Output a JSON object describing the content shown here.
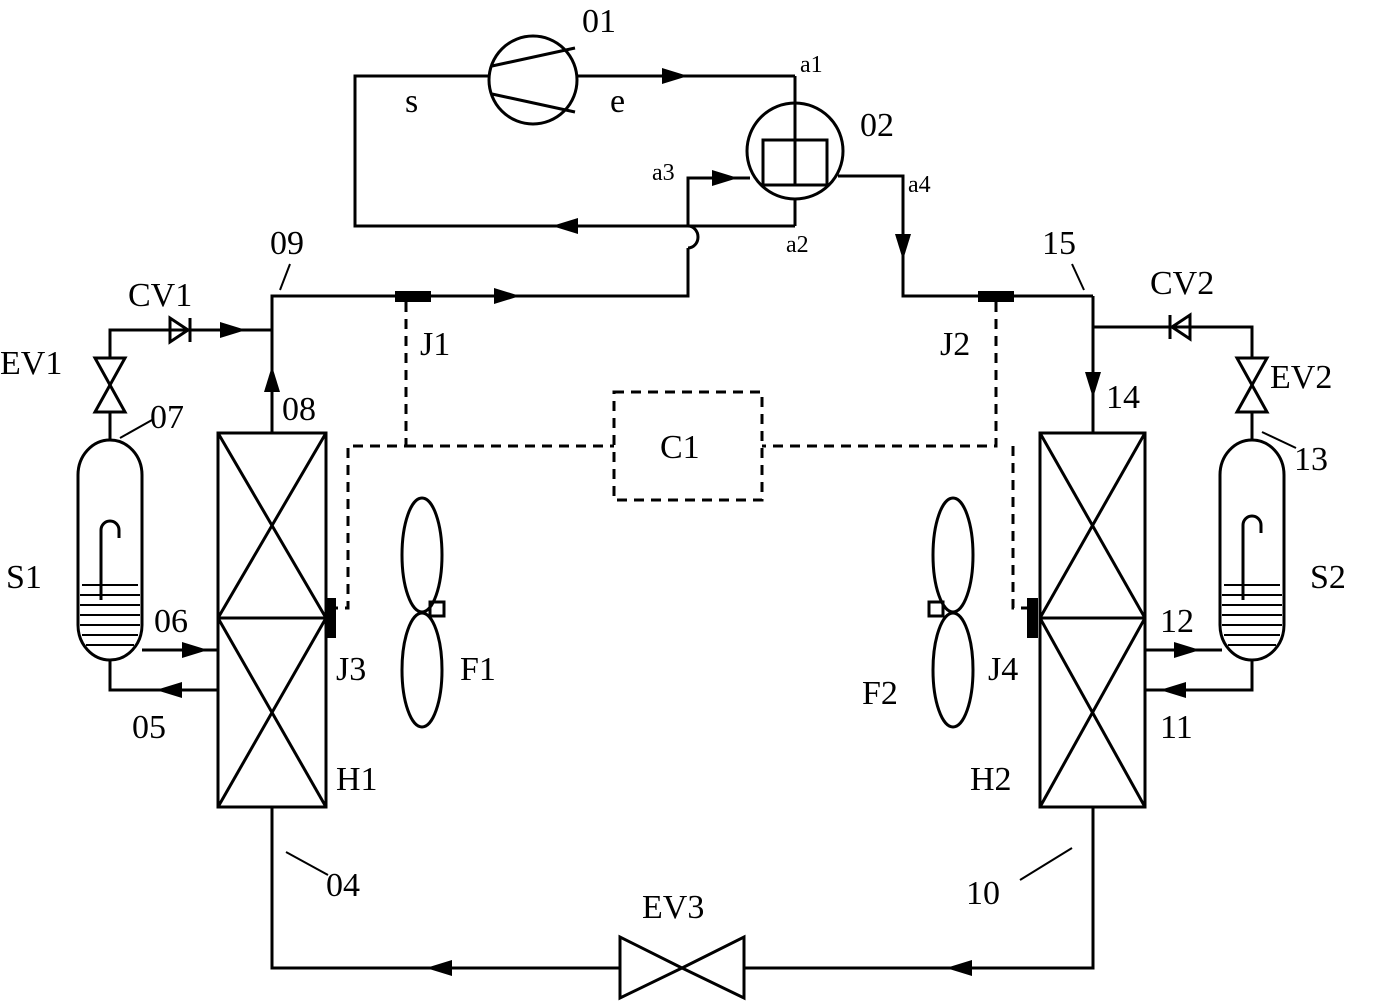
{
  "labels": {
    "compressor": "01",
    "valve4way": "02",
    "s": "s",
    "e": "e",
    "a1": "a1",
    "a2": "a2",
    "a3": "a3",
    "a4": "a4",
    "p09": "09",
    "p15": "15",
    "cv1": "CV1",
    "cv2": "CV2",
    "ev1": "EV1",
    "ev2": "EV2",
    "ev3": "EV3",
    "j1": "J1",
    "j2": "J2",
    "j3": "J3",
    "j4": "J4",
    "c1": "C1",
    "p07": "07",
    "p08": "08",
    "p13": "13",
    "p14": "14",
    "s1": "S1",
    "s2": "S2",
    "p06": "06",
    "p05": "05",
    "p12": "12",
    "p11": "11",
    "f1": "F1",
    "f2": "F2",
    "h1": "H1",
    "h2": "H2",
    "p04": "04",
    "p10": "10"
  }
}
